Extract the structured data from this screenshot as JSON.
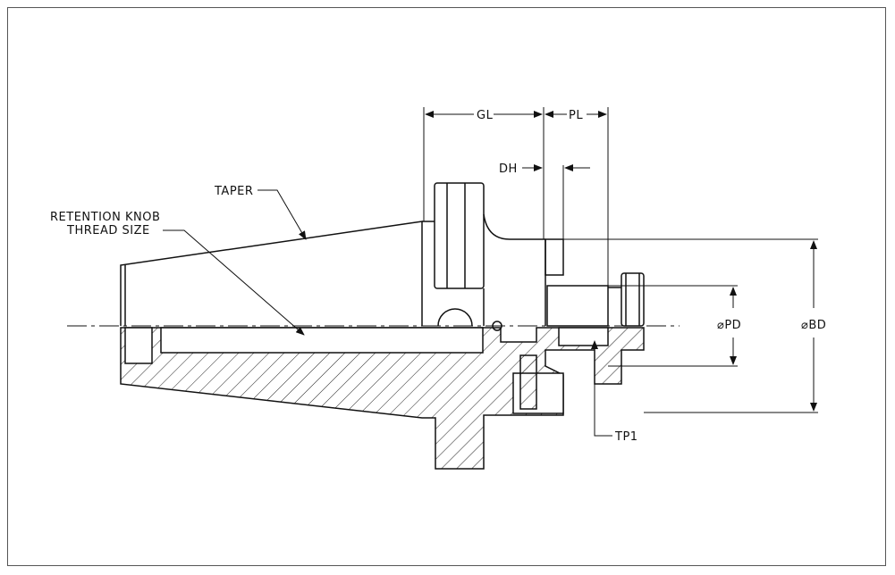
{
  "labels": {
    "taper": "TAPER",
    "retention_line1": "RETENTION KNOB",
    "retention_line2": "THREAD SIZE",
    "gl": "GL",
    "pl": "PL",
    "dh": "DH",
    "pd": "⌀PD",
    "bd": "⌀BD",
    "tp1": "TP1"
  }
}
